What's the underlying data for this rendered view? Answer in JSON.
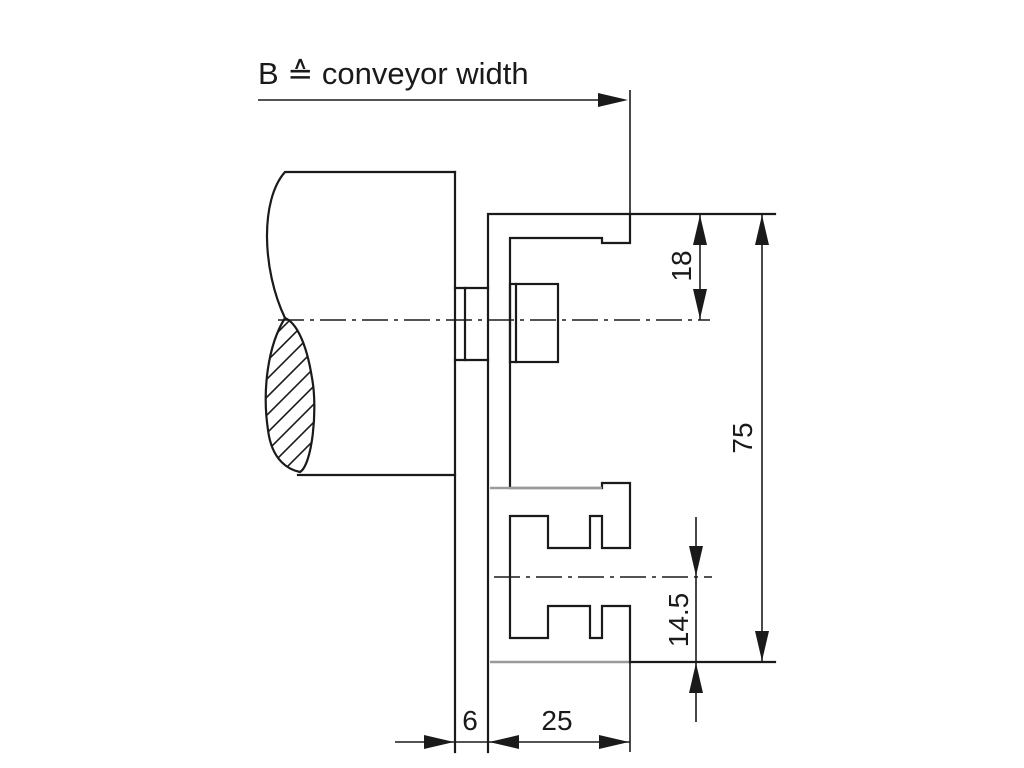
{
  "header": {
    "label": "B ≙ conveyor width"
  },
  "dimensions": {
    "d18": "18",
    "d75": "75",
    "d14_5": "14.5",
    "d6": "6",
    "d25": "25"
  }
}
